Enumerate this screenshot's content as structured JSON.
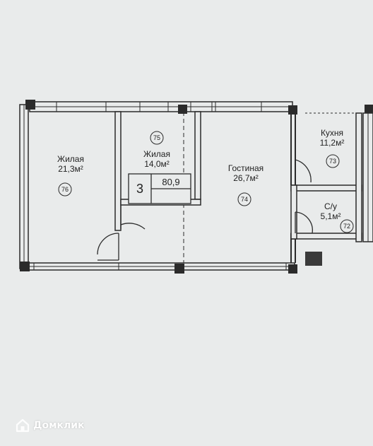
{
  "plan": {
    "rooms": [
      {
        "id": "room-76",
        "name": "Жилая",
        "area": "21,3м²",
        "number": "76"
      },
      {
        "id": "room-75",
        "name": "Жилая",
        "area": "14,0м²",
        "number": "75"
      },
      {
        "id": "room-74",
        "name": "Гостиная",
        "area": "26,7м²",
        "number": "74"
      },
      {
        "id": "room-73",
        "name": "Кухня",
        "area": "11,2м²",
        "number": "73"
      },
      {
        "id": "room-72",
        "name": "С/у",
        "area": "5,1м²",
        "number": "72"
      }
    ],
    "apartment": {
      "rooms_count": "3",
      "total_area": "80,9"
    }
  },
  "watermark": {
    "text": "Домклик"
  },
  "colors": {
    "background": "#e9ebeb",
    "wall": "#2b2b2b",
    "column": "#2b2b2b",
    "watermark": "#ffffff"
  }
}
